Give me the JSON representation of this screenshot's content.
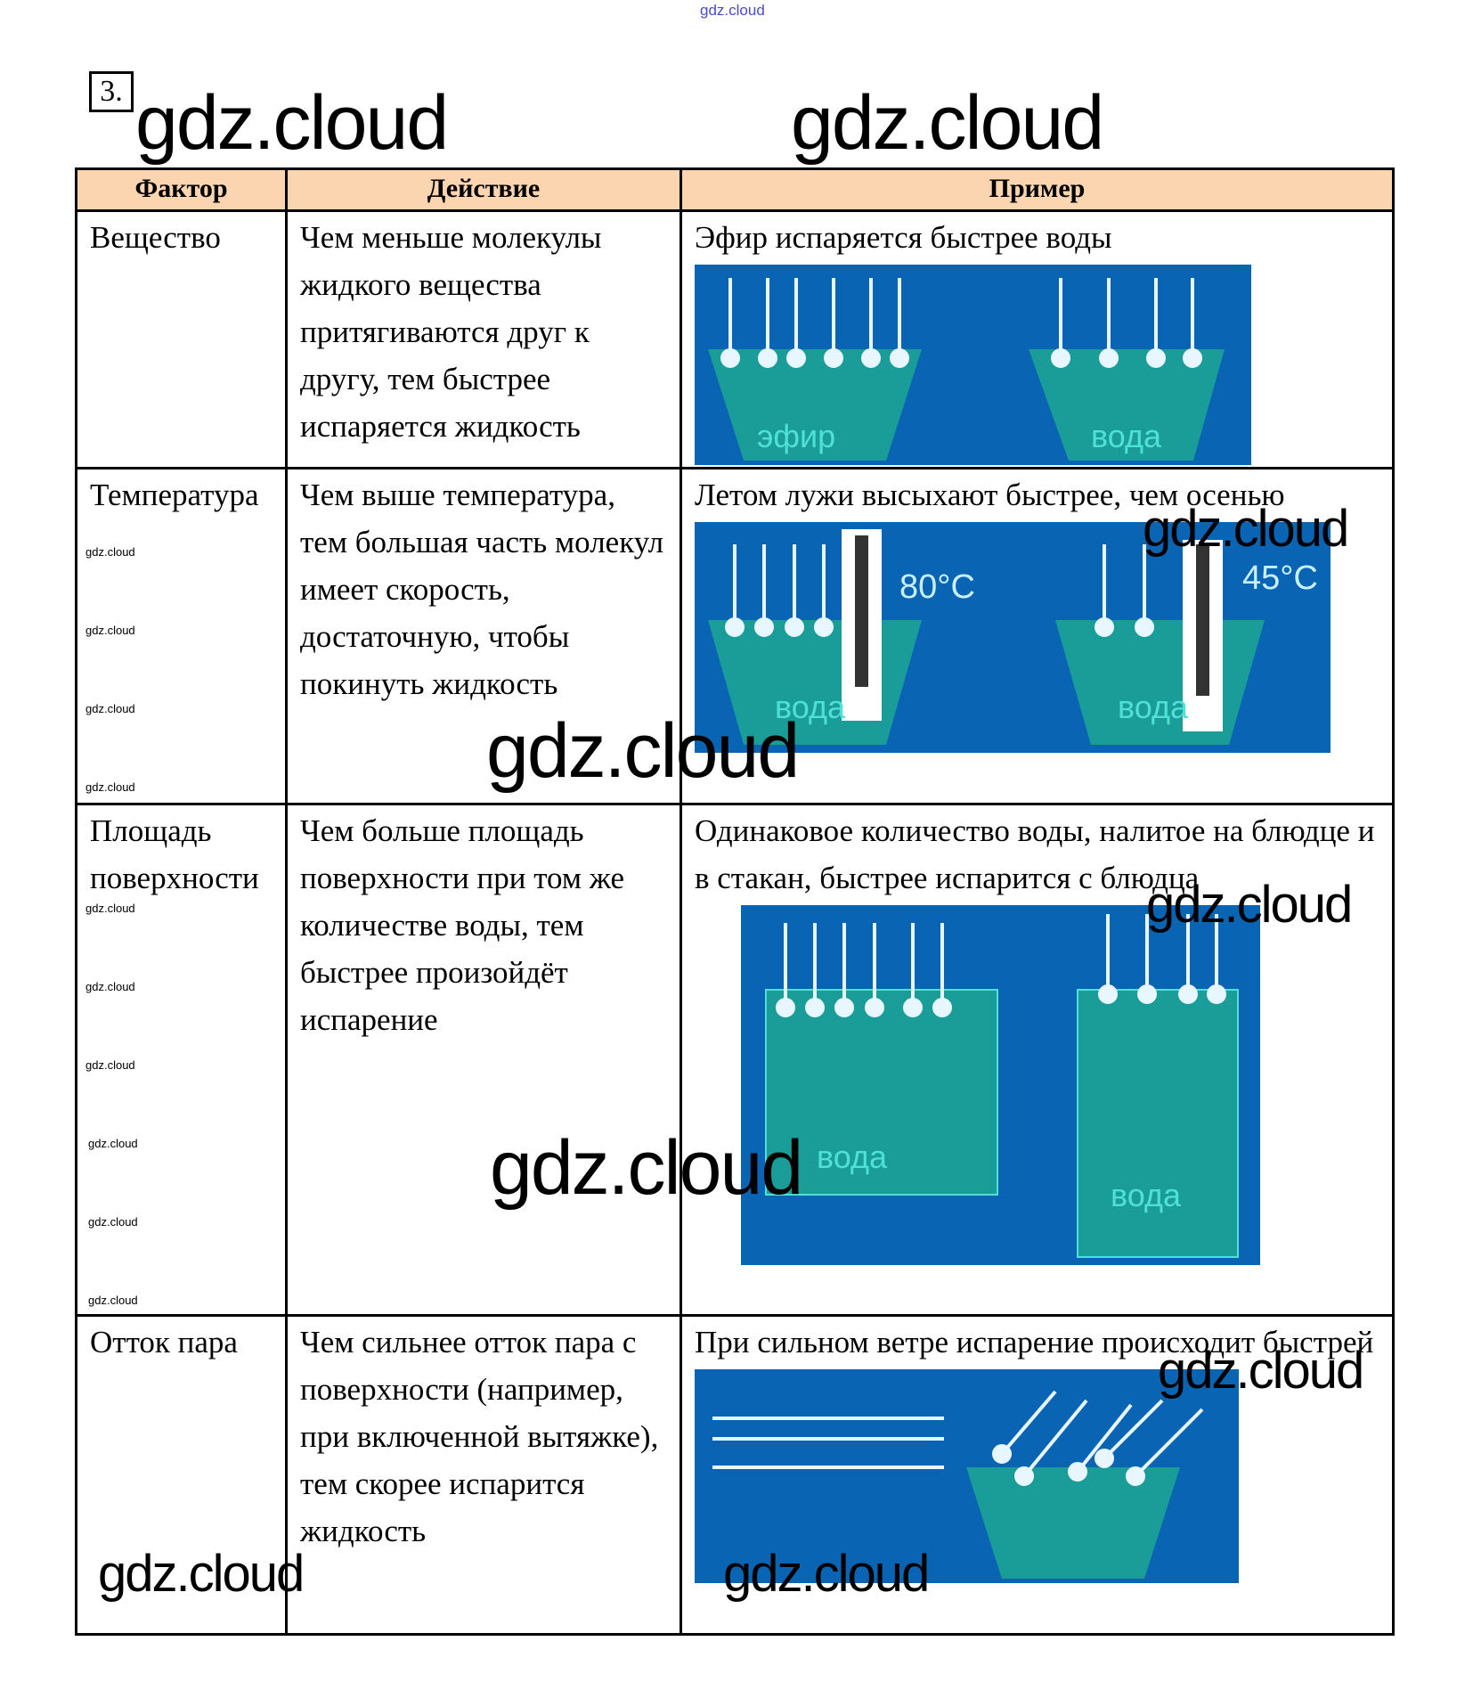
{
  "top_watermark": "gdz.cloud",
  "task_number": "3.",
  "watermark": "gdz.cloud",
  "headers": [
    "Фактор",
    "Действие",
    "Пример"
  ],
  "rows": [
    {
      "factor": "Вещество",
      "action": "Чем меньше молекулы жидкого вещества притягиваются друг к другу, тем быстрее испаряется жидкость",
      "example": "Эфир испаряется быстрее воды",
      "labels": [
        "эфир",
        "вода"
      ]
    },
    {
      "factor": "Температура",
      "action": "Чем выше температура, тем большая часть молекул имеет скорость, достаточную, чтобы покинуть жидкость",
      "example": "Летом лужи высыхают быстрее, чем осенью",
      "labels": [
        "вода",
        "вода"
      ],
      "temps": [
        "80°C",
        "45°C"
      ]
    },
    {
      "factor": "Площадь поверхности",
      "action": "Чем больше площадь поверхности при том же количестве воды, тем быстрее произойдёт испарение",
      "example": "Одинаковое количество воды, налитое на блюдце и в стакан, быстрее испарится с блюдца",
      "labels": [
        "вода",
        "вода"
      ]
    },
    {
      "factor": "Отток пара",
      "action": "Чем сильнее отток пара с поверхности (например, при включенной вытяжке), тем скорее испарится жидкость",
      "example": "При сильном ветре испарение происходит быстрей"
    }
  ],
  "colors": {
    "header_bg": "#fbd5b0",
    "image_bg": "#0a64b4",
    "liquid": "#1a9c98"
  }
}
